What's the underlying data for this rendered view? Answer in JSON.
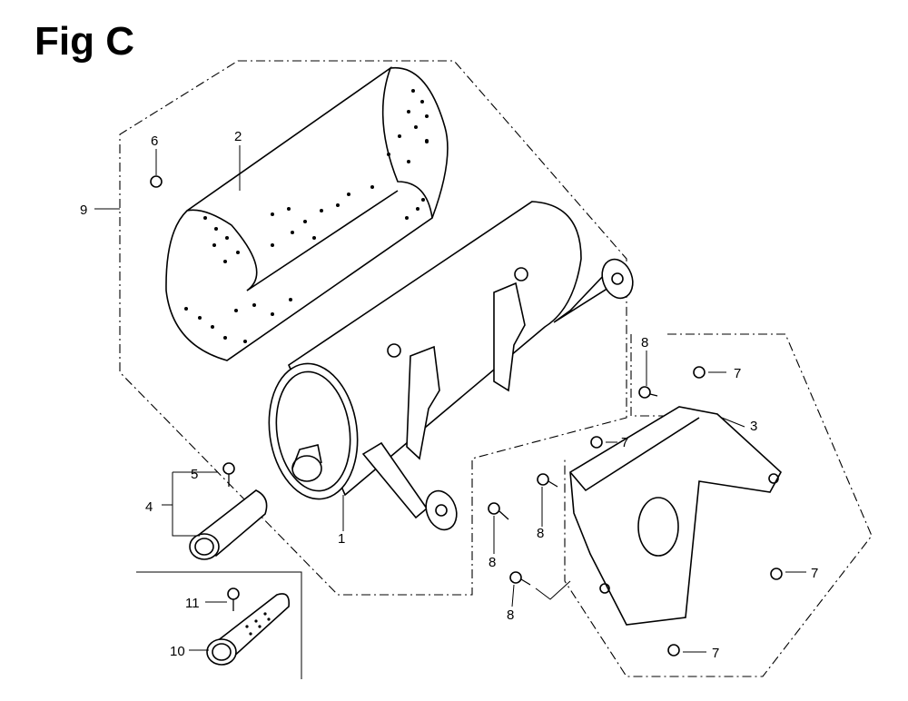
{
  "figure": {
    "title": "Fig C"
  },
  "callouts": {
    "c1": "1",
    "c2": "2",
    "c3": "3",
    "c4": "4",
    "c5": "5",
    "c6": "6",
    "c7a": "7",
    "c7b": "7",
    "c7c": "7",
    "c7d": "7",
    "c8a": "8",
    "c8b": "8",
    "c8c": "8",
    "c8d": "8",
    "c9": "9",
    "c10": "10",
    "c11": "11"
  }
}
